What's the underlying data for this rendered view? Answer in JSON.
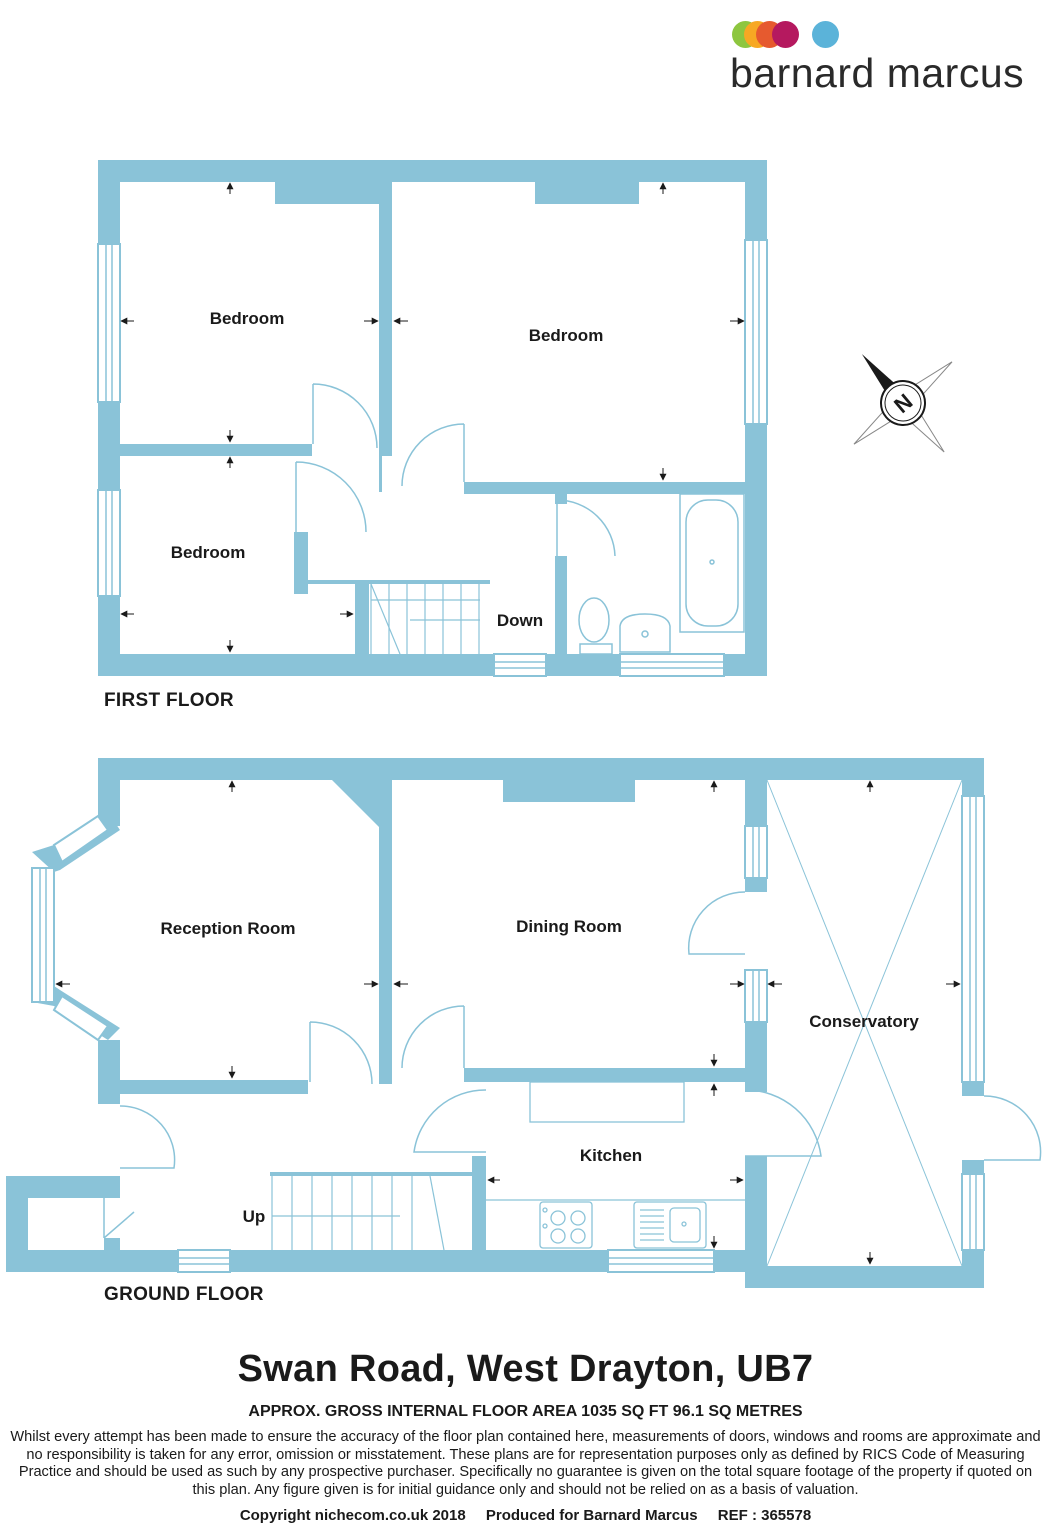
{
  "brand": {
    "name": "barnard marcus",
    "dot_colors": [
      "#8dc63f",
      "#f7a823",
      "#e65a2f",
      "#b5195f",
      "#5bb3d9"
    ]
  },
  "colors": {
    "wall": "#8ac3d8",
    "fixture": "#8ac3d8",
    "text": "#1a1a1a"
  },
  "compass": {
    "letter": "N"
  },
  "first_floor": {
    "label": "FIRST FLOOR",
    "rooms": {
      "bedroom_1": "Bedroom",
      "bedroom_2": "Bedroom",
      "bedroom_3": "Bedroom"
    },
    "stairs_label": "Down"
  },
  "ground_floor": {
    "label": "GROUND FLOOR",
    "rooms": {
      "reception": "Reception Room",
      "dining": "Dining Room",
      "conservatory": "Conservatory",
      "kitchen": "Kitchen"
    },
    "stairs_label": "Up"
  },
  "address": "Swan Road, West Drayton, UB7",
  "area": "APPROX. GROSS INTERNAL FLOOR AREA 1035 SQ FT 96.1 SQ METRES",
  "disclaimer": "Whilst every attempt has been made to ensure the accuracy of the floor plan contained here, measurements of doors, windows and rooms are approximate and no responsibility is taken for any error, omission or misstatement. These plans are for representation purposes only as defined by RICS Code of Measuring Practice and should be used as such by any prospective purchaser.  Specifically no guarantee is given on the total square footage of the property if quoted on this plan. Any figure given is for initial guidance only and should not be relied on as a basis of valuation.",
  "footer": {
    "copyright": "Copyright nichecom.co.uk 2018",
    "produced": "Produced for Barnard Marcus",
    "ref": "REF : 365578"
  }
}
